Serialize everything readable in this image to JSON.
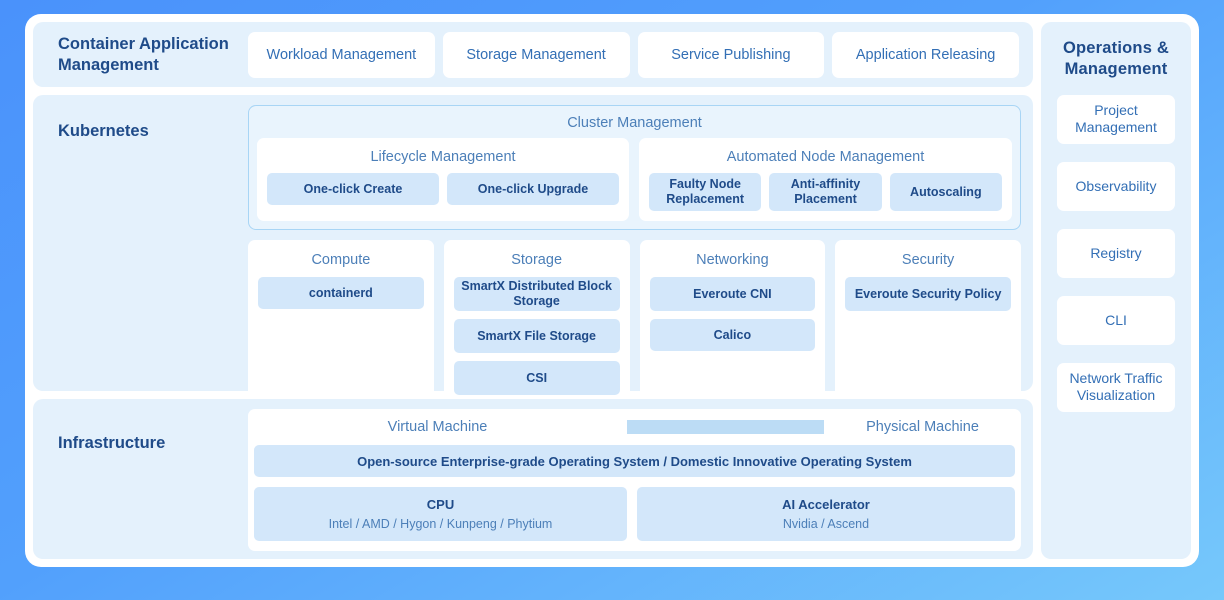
{
  "theme": {
    "page_background_start": "#4a92fb",
    "page_background_end": "#76c8fb",
    "card_background": "#ffffff",
    "band_background": "#e4f1fc",
    "chip_blue": "#d3e7fa",
    "chip_white": "#ffffff",
    "text_navy": "#1f4b89",
    "text_blue": "#336fb5",
    "text_header": "#4c7fb8",
    "cluster_border": "#a8d5f5"
  },
  "rows": {
    "app": {
      "label": "Container Application Management",
      "items": [
        {
          "label": "Workload Management"
        },
        {
          "label": "Storage Management"
        },
        {
          "label": "Service Publishing"
        },
        {
          "label": "Application Releasing"
        }
      ]
    },
    "kubernetes": {
      "label": "Kubernetes",
      "cluster": {
        "title": "Cluster Management",
        "groups": [
          {
            "title": "Lifecycle Management",
            "items": [
              {
                "label": "One-click Create"
              },
              {
                "label": "One-click Upgrade"
              }
            ]
          },
          {
            "title": "Automated Node Management",
            "items": [
              {
                "label": "Faulty Node Replacement"
              },
              {
                "label": "Anti-affinity Placement"
              },
              {
                "label": "Autoscaling"
              }
            ]
          }
        ]
      },
      "pillars": [
        {
          "title": "Compute",
          "items": [
            {
              "label": "containerd"
            }
          ]
        },
        {
          "title": "Storage",
          "items": [
            {
              "label": "SmartX Distributed Block Storage"
            },
            {
              "label": "SmartX File Storage"
            },
            {
              "label": "CSI"
            }
          ]
        },
        {
          "title": "Networking",
          "items": [
            {
              "label": "Everoute CNI"
            },
            {
              "label": "Calico"
            }
          ]
        },
        {
          "title": "Security",
          "items": [
            {
              "label": "Everoute Security Policy"
            }
          ]
        }
      ]
    },
    "infrastructure": {
      "label": "Infrastructure",
      "headers": [
        {
          "label": "Virtual Machine"
        },
        {
          "label": "Physical Machine"
        }
      ],
      "os_bar": "Open-source Enterprise-grade Operating System / Domestic Innovative Operating System",
      "hardware": [
        {
          "title": "CPU",
          "sub": "Intel / AMD / Hygon / Kunpeng / Phytium"
        },
        {
          "title": "AI Accelerator",
          "sub": "Nvidia / Ascend"
        }
      ]
    }
  },
  "sidebar": {
    "title": "Operations & Management",
    "items": [
      {
        "label": "Project Management"
      },
      {
        "label": "Observability"
      },
      {
        "label": "Registry"
      },
      {
        "label": "CLI"
      },
      {
        "label": "Network Traffic Visualization"
      }
    ]
  }
}
